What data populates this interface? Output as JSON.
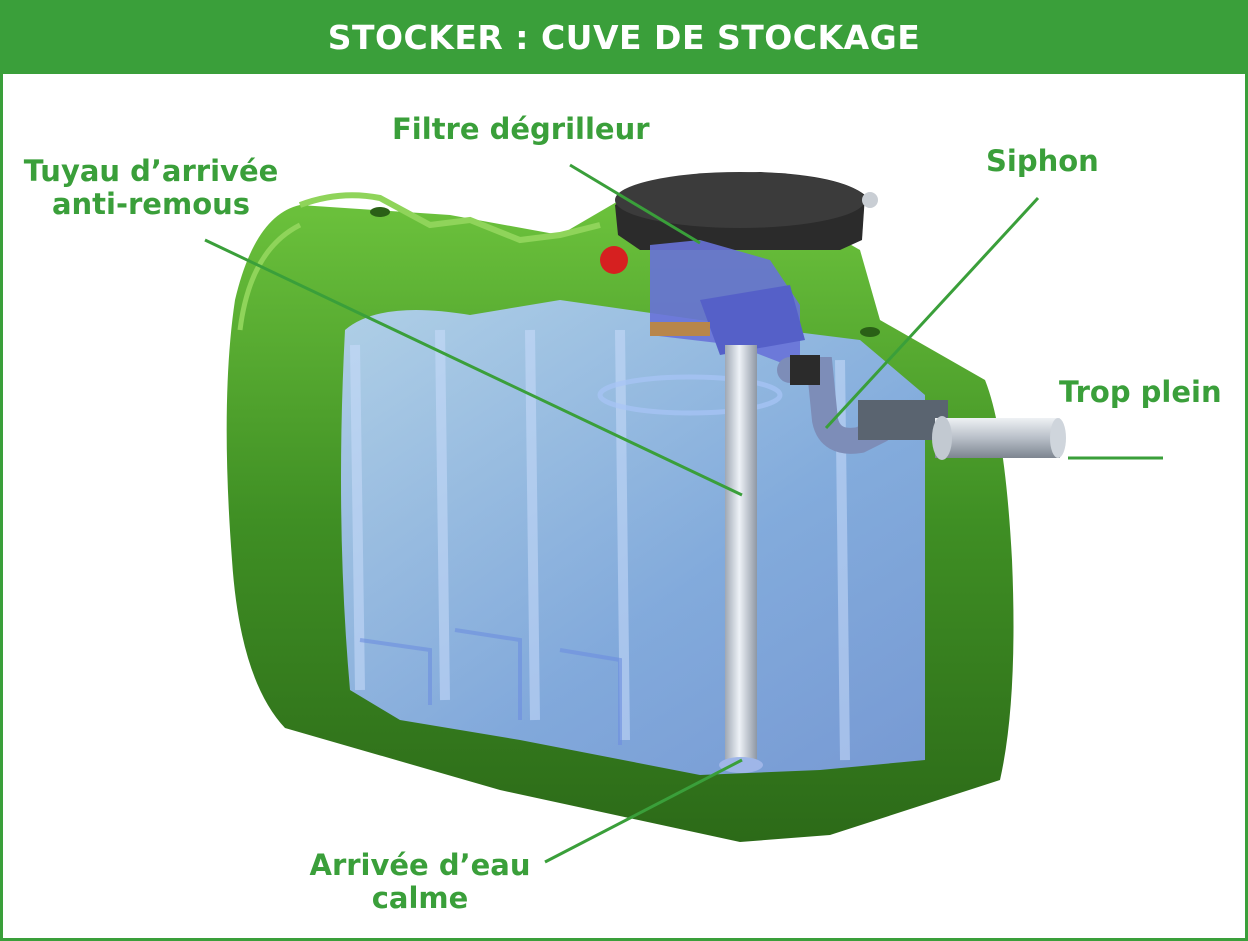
{
  "header": {
    "title": "STOCKER : CUVE DE STOCKAGE"
  },
  "labels": {
    "filtre": "Filtre dégrilleur",
    "tuyau_line1": "Tuyau d’arrivée",
    "tuyau_line2": "anti-remous",
    "siphon": "Siphon",
    "trop_plein": "Trop plein",
    "arrivee_line1": "Arrivée d’eau",
    "arrivee_line2": "calme"
  },
  "colors": {
    "brand_green": "#3a9f3a",
    "tank_green": "#4a9a2c",
    "water_blue": "#8fb4f0"
  }
}
